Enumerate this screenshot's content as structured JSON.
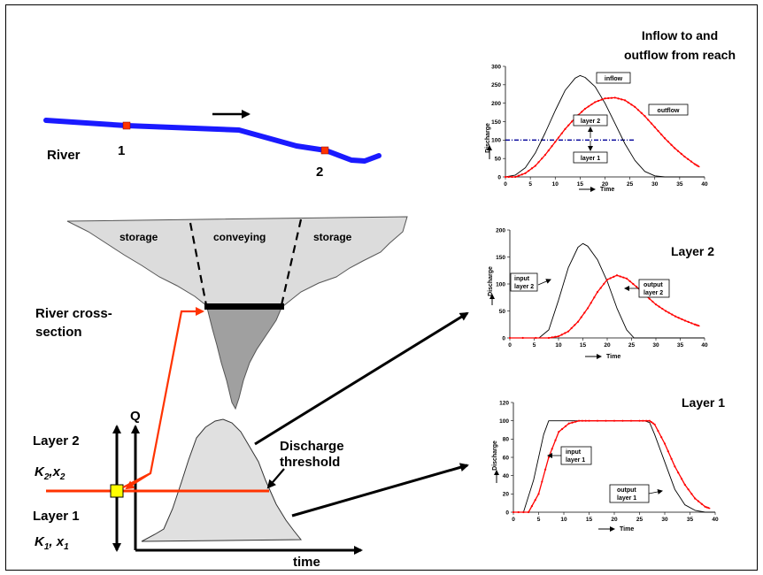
{
  "left": {
    "river_label": "River",
    "point1": "1",
    "point2": "2",
    "cross": {
      "storage_left": "storage",
      "conveying": "conveying",
      "storage_right": "storage",
      "label_line1": "River cross-",
      "label_line2": "section"
    },
    "hydro": {
      "q_label": "Q",
      "time_label": "time",
      "layer2": "Layer 2",
      "k2_a": "K",
      "k2_sub": "2",
      "k2_b": ",x",
      "k2_sub2": "2",
      "layer1": "Layer 1",
      "k1_a": "K",
      "k1_sub": "1",
      "k1_b": ", x",
      "k1_sub2": "1",
      "threshold_line1": "Discharge",
      "threshold_line2": "threshold"
    }
  },
  "charts": {
    "reach": {
      "title_line1": "Inflow to and",
      "title_line2": "outflow from reach",
      "ylabel": "Discharge",
      "xlabel": "Time",
      "yticks": [
        "0",
        "50",
        "100",
        "150",
        "200",
        "250",
        "300"
      ],
      "xticks": [
        "0",
        "5",
        "10",
        "15",
        "20",
        "25",
        "30",
        "35",
        "40"
      ],
      "box_inflow": "inflow",
      "box_outflow": "outflow",
      "box_layer2": "layer 2",
      "box_layer1": "layer 1"
    },
    "layer2": {
      "title": "Layer 2",
      "ylabel": "Discharge",
      "xlabel": "Time",
      "yticks": [
        "0",
        "50",
        "100",
        "150",
        "200"
      ],
      "xticks": [
        "0",
        "5",
        "10",
        "15",
        "20",
        "25",
        "30",
        "35",
        "40"
      ],
      "box_input_1": "input",
      "box_input_2": "layer 2",
      "box_output_1": "output",
      "box_output_2": "layer 2"
    },
    "layer1": {
      "title": "Layer 1",
      "ylabel": "Discharge",
      "xlabel": "Time",
      "yticks": [
        "0",
        "20",
        "40",
        "60",
        "80",
        "100",
        "120"
      ],
      "xticks": [
        "0",
        "5",
        "10",
        "15",
        "20",
        "25",
        "30",
        "35",
        "40"
      ],
      "box_input_1": "input",
      "box_input_2": "layer 1",
      "box_output_1": "output",
      "box_output_2": "layer 1"
    }
  },
  "colors": {
    "river": "#1a1aff",
    "red": "#ff0000",
    "orange": "#ff3300",
    "grey": "#e0e0e0",
    "darkgrey": "#a0a0a0",
    "threshold": "#000099",
    "marker": "#ffff00"
  },
  "chart_data": [
    {
      "type": "line",
      "xlim": [
        0,
        40
      ],
      "ylim": [
        0,
        300
      ],
      "series": [
        {
          "name": "inflow",
          "x": [
            0,
            2,
            4,
            6,
            8,
            10,
            12,
            14,
            15,
            16,
            18,
            20,
            22,
            24,
            26,
            28,
            30,
            32,
            34,
            36,
            38,
            40
          ],
          "values": [
            0,
            5,
            25,
            65,
            120,
            180,
            235,
            268,
            275,
            270,
            245,
            200,
            145,
            90,
            45,
            15,
            3,
            0,
            0,
            0,
            0,
            0
          ]
        },
        {
          "name": "outflow",
          "x": [
            0,
            2,
            4,
            6,
            8,
            10,
            12,
            14,
            16,
            18,
            20,
            22,
            24,
            26,
            28,
            30,
            32,
            34,
            36,
            38,
            39
          ],
          "values": [
            0,
            0,
            10,
            30,
            60,
            95,
            130,
            160,
            185,
            203,
            213,
            215,
            208,
            190,
            165,
            135,
            105,
            78,
            55,
            35,
            27
          ]
        }
      ],
      "threshold": 100
    },
    {
      "type": "line",
      "xlim": [
        0,
        40
      ],
      "ylim": [
        0,
        200
      ],
      "series": [
        {
          "name": "input layer 2",
          "x": [
            0,
            6,
            8,
            10,
            12,
            14,
            15,
            16,
            18,
            20,
            22,
            24,
            25.5,
            28,
            40
          ],
          "values": [
            0,
            0,
            15,
            70,
            130,
            168,
            175,
            170,
            145,
            105,
            55,
            15,
            0,
            0,
            0
          ]
        },
        {
          "name": "output layer 2",
          "x": [
            0,
            8,
            10,
            12,
            14,
            16,
            18,
            20,
            22,
            24,
            26,
            28,
            30,
            32,
            34,
            36,
            38,
            39
          ],
          "values": [
            0,
            0,
            3,
            12,
            30,
            55,
            85,
            108,
            116,
            110,
            95,
            78,
            62,
            50,
            40,
            32,
            25,
            22
          ]
        }
      ]
    },
    {
      "type": "line",
      "xlim": [
        0,
        40
      ],
      "ylim": [
        0,
        120
      ],
      "series": [
        {
          "name": "input layer 1",
          "x": [
            0,
            2,
            4,
            6,
            7,
            8,
            10,
            26,
            27,
            28,
            30,
            32,
            34,
            36,
            38,
            40
          ],
          "values": [
            0,
            0,
            35,
            85,
            100,
            100,
            100,
            100,
            98,
            85,
            55,
            25,
            8,
            2,
            0,
            0
          ]
        },
        {
          "name": "output layer 1",
          "x": [
            0,
            3,
            5,
            7,
            9,
            11,
            13,
            15,
            20,
            25,
            27,
            28,
            30,
            32,
            34,
            36,
            38,
            39
          ],
          "values": [
            0,
            0,
            20,
            60,
            88,
            97,
            100,
            100,
            100,
            100,
            100,
            96,
            75,
            50,
            30,
            15,
            6,
            4
          ]
        }
      ]
    }
  ]
}
